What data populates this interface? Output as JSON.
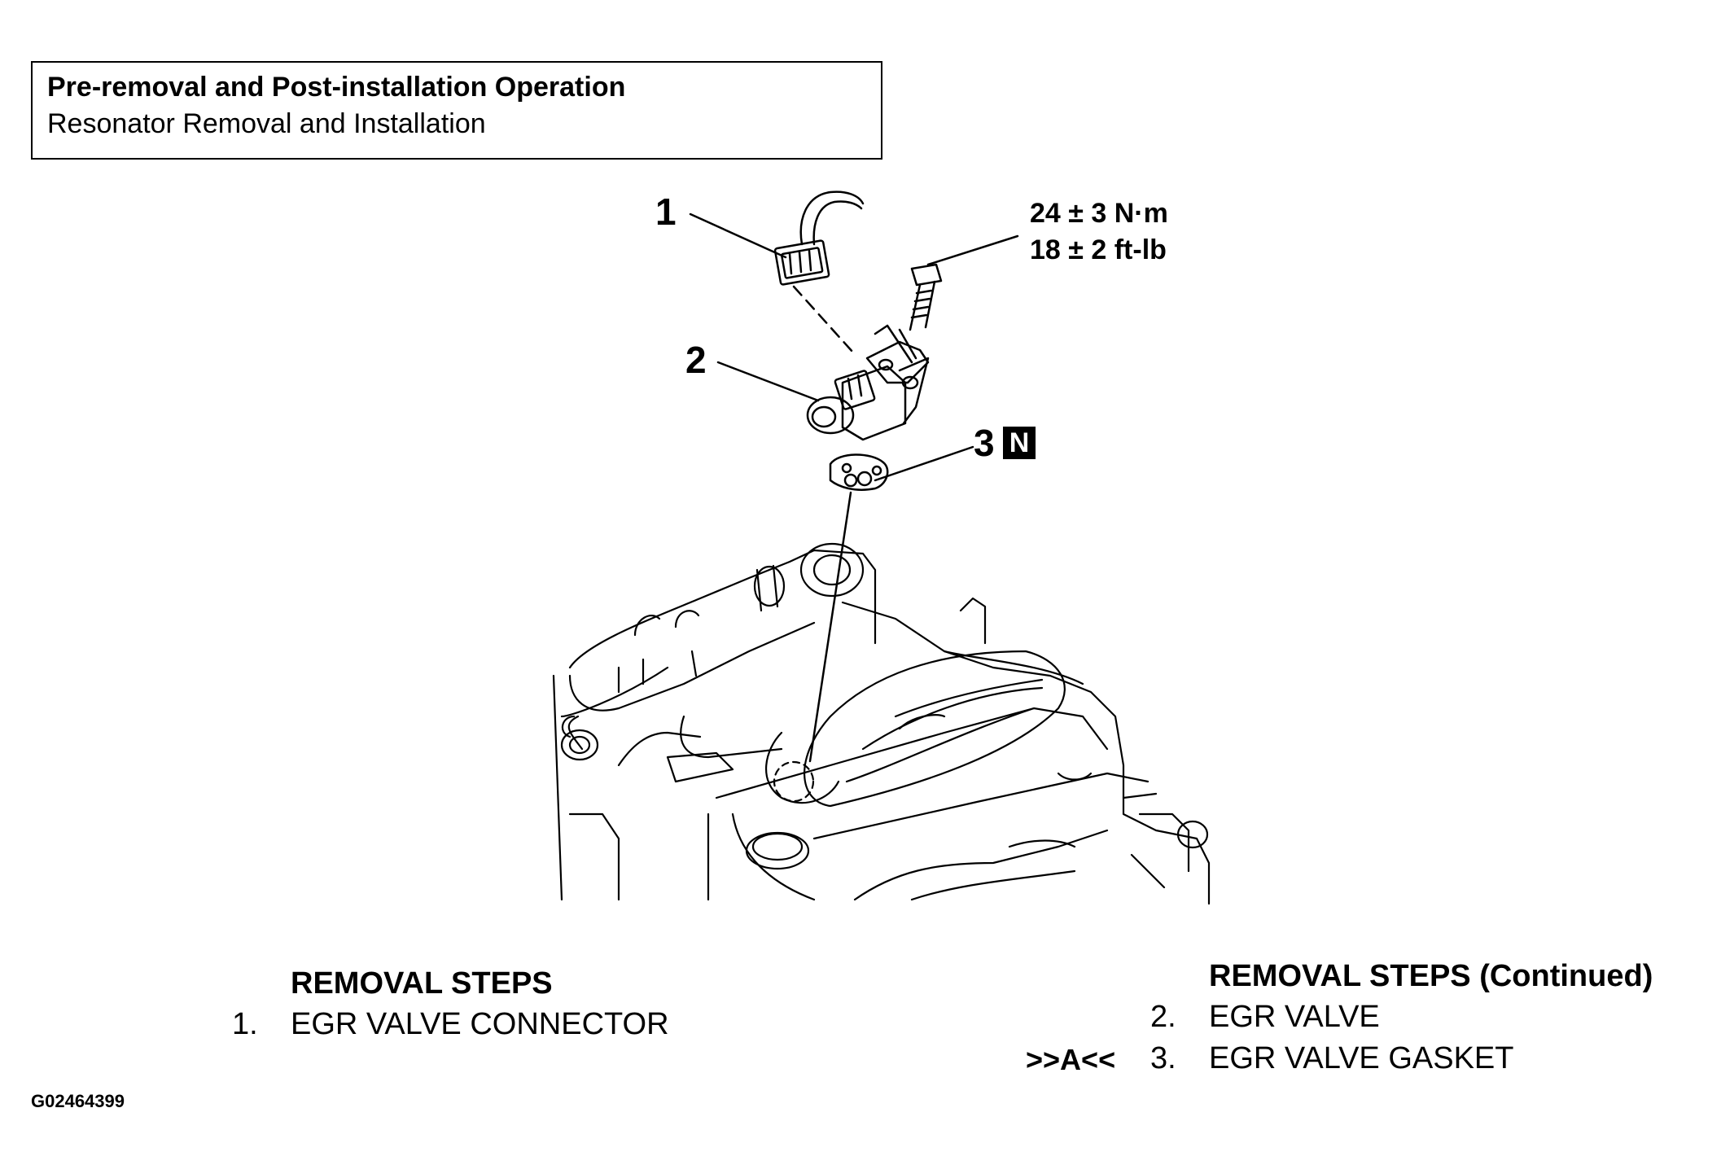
{
  "operation_box": {
    "title": "Pre-removal and Post-installation Operation",
    "subtitle": "Resonator Removal and Installation"
  },
  "callouts": [
    {
      "number": "1"
    },
    {
      "number": "2"
    },
    {
      "number": "3",
      "badge": "N"
    }
  ],
  "torque": {
    "metric": "24 ± 3 N·m",
    "imperial": "18 ± 2 ft-lb"
  },
  "removal_steps": {
    "heading": "REMOVAL STEPS",
    "items": [
      {
        "number": "1.",
        "label": "EGR VALVE CONNECTOR"
      }
    ]
  },
  "removal_steps_continued": {
    "heading": "REMOVAL STEPS (Continued)",
    "items": [
      {
        "marker": "",
        "number": "2.",
        "label": "EGR VALVE"
      },
      {
        "marker": ">>A<<",
        "number": "3.",
        "label": "EGR VALVE GASKET"
      }
    ]
  },
  "figure_code": "G02464399"
}
